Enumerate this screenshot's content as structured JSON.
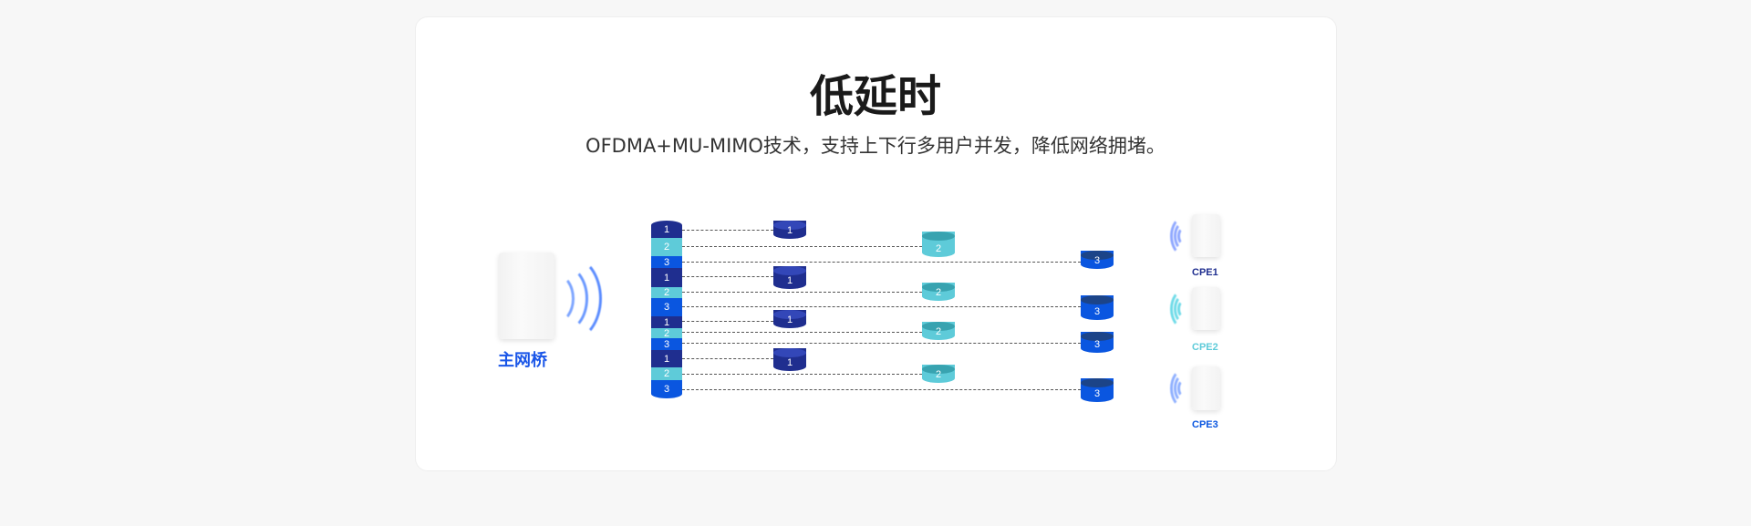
{
  "title": "低延时",
  "subtitle": "OFDMA+MU-MIMO技术，支持上下行多用户并发，降低网络拥堵。",
  "main_bridge": {
    "label": "主网桥"
  },
  "cpes": [
    {
      "label": "CPE1",
      "color": "#1f2e8f"
    },
    {
      "label": "CPE2",
      "color": "#5ecbd9"
    },
    {
      "label": "CPE3",
      "color": "#0a56e0"
    }
  ],
  "stack": [
    "1",
    "2",
    "3",
    "1",
    "2",
    "3",
    "1",
    "2",
    "3",
    "1",
    "2",
    "3"
  ],
  "colors": {
    "1": "#1f2e8f",
    "2": "#5ecbd9",
    "3": "#0a56e0",
    "bridge_label": "#1a56e8"
  },
  "cylinders": {
    "col1": [
      "1",
      "1",
      "1",
      "1"
    ],
    "col2": [
      "2",
      "2",
      "2",
      "2"
    ],
    "col3": [
      "3",
      "3",
      "3",
      "3"
    ]
  }
}
